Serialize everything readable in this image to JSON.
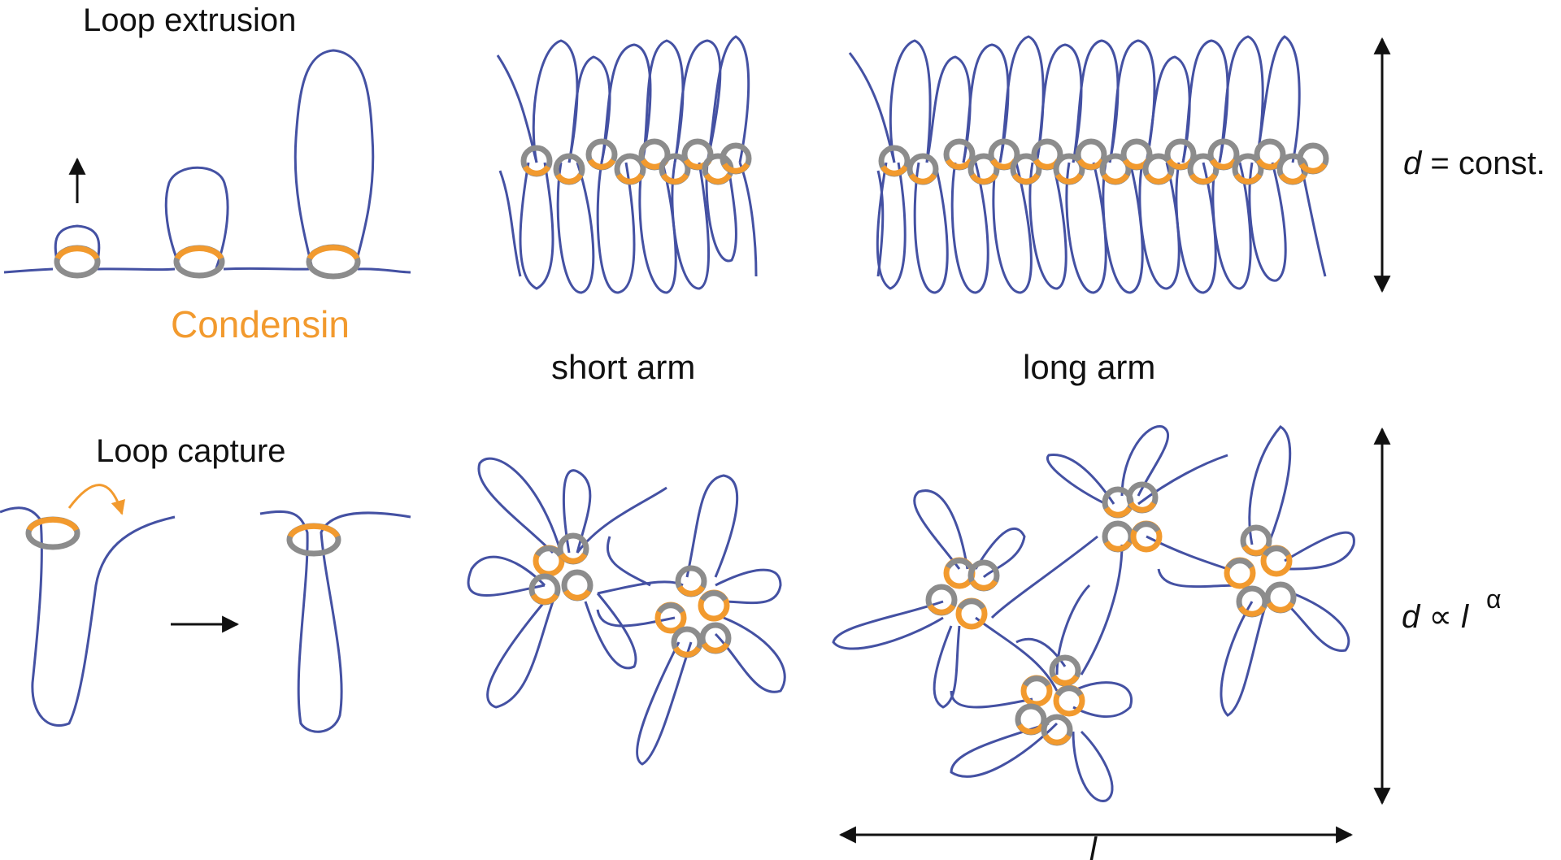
{
  "labels": {
    "loop_extrusion": "Loop extrusion",
    "condensin": "Condensin",
    "short_arm": "short arm",
    "long_arm": "long arm",
    "loop_capture": "Loop capture",
    "d_const_d": "d",
    "d_const_rest": " = const.",
    "d_prop_d": "d",
    "d_prop_sym": " ∝ ",
    "d_prop_l": "l",
    "d_prop_alpha": "α",
    "l_axis": "l"
  },
  "colors": {
    "chromatin": "#4451a3",
    "condensin_orange": "#f29a2e",
    "condensin_gray": "#8c8c8c",
    "arrow": "#111111",
    "text": "#111111"
  }
}
